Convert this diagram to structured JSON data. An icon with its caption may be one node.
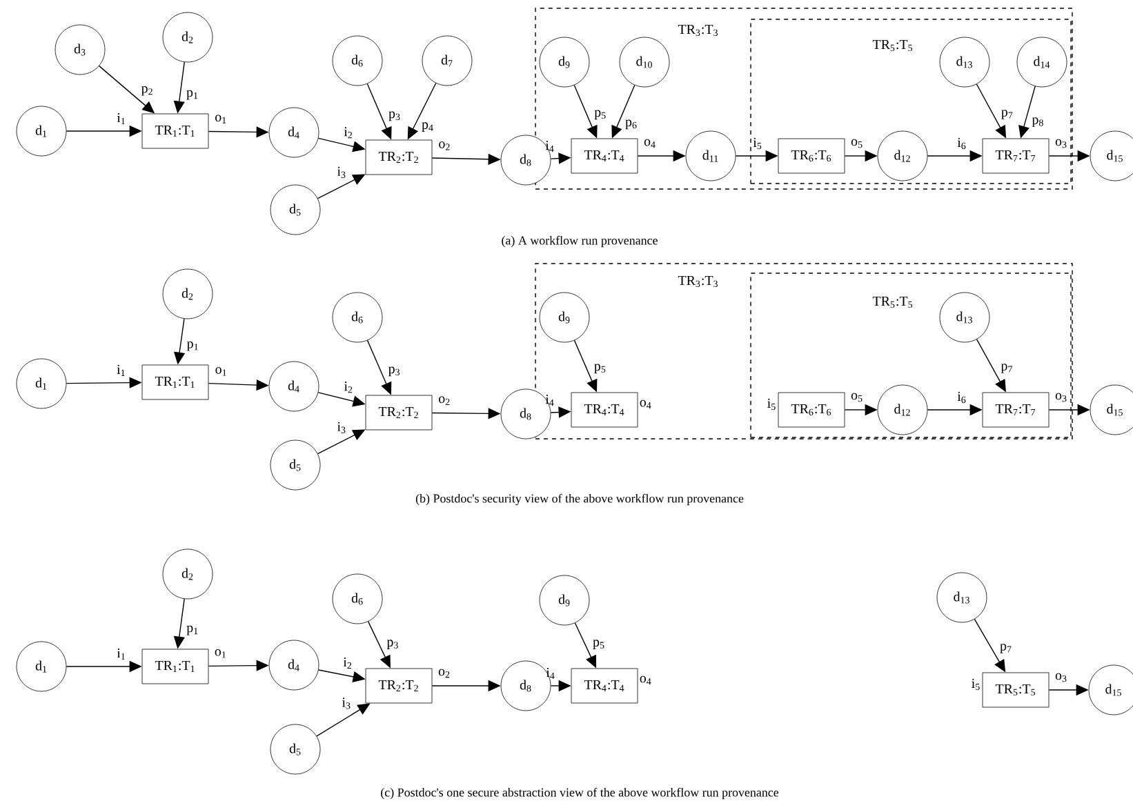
{
  "diagram": {
    "nodes": [
      {
        "text": [
          "d$_{1}$"
        ]
      },
      {
        "text": [
          "d$_{3}$"
        ]
      },
      {
        "text": [
          "d$_{2}$"
        ]
      },
      {
        "text": [
          "TR$_{1}$:T$_{1}$"
        ]
      },
      {
        "text": [
          "d$_{4}$"
        ]
      },
      {
        "text": [
          "d$_{6}$"
        ]
      },
      {
        "text": [
          "d$_{7}$"
        ]
      },
      {
        "text": [
          "d$_{5}$"
        ]
      },
      {
        "text": [
          "TR$_{2}$:T$_{2}$"
        ]
      },
      {
        "text": [
          "d$_{8}$"
        ]
      },
      {
        "text": [
          "TR$_{3}$:T$_{3}$"
        ]
      },
      {
        "text": [
          "d$_{9}$"
        ],
        "in": 10
      },
      {
        "text": [
          "d$_{10}$"
        ],
        "in": 10
      },
      {
        "text": [
          "TR$_{4}$:T$_{4}$"
        ],
        "in": 10
      },
      {
        "text": [
          "d$_{11}$"
        ],
        "in": 10
      },
      {
        "text": [
          "TR$_{5}$:T$_{5}$"
        ],
        "in": 10
      },
      {
        "text": [
          "TR$_{6}$:T$_{6}$"
        ],
        "in": 15
      },
      {
        "text": [
          "d$_{12}$"
        ],
        "in": 15
      },
      {
        "text": [
          "d$_{13}$"
        ],
        "in": 15
      },
      {
        "text": [
          "d$_{14}$"
        ],
        "in": 15
      },
      {
        "text": [
          "TR$_{7}$:T$_{7}$"
        ],
        "in": 15
      },
      {
        "text": [
          "d$_{15}$"
        ]
      },
      {
        "text": [
          "d$_{1}$"
        ]
      },
      {
        "text": [
          "d$_{2}$"
        ]
      },
      {
        "text": [
          "TR$_{1}$:T$_{1}$"
        ]
      },
      {
        "text": [
          "d$_{4}$"
        ]
      },
      {
        "text": [
          "d$_{6}$"
        ]
      },
      {
        "text": [
          "d$_{5}$"
        ]
      },
      {
        "text": [
          "TR$_{2}$:T$_{2}$"
        ]
      },
      {
        "text": [
          "d$_{8}$"
        ]
      },
      {
        "text": [
          "TR$_{3}$:T$_{3}$"
        ]
      },
      {
        "text": [
          "d$_{9}$"
        ],
        "in": 30
      },
      {
        "text": [
          "TR$_{4}$:T$_{4}$"
        ],
        "in": 30,
        "beside": [
          "o$_{4}$"
        ]
      },
      {
        "text": [
          "TR$_{5}$:T$_{5}$"
        ],
        "in": 30
      },
      {
        "text": [
          "TR$_{6}$:T$_{6}$"
        ],
        "in": 33,
        "beside": [
          "i$_{5}$"
        ]
      },
      {
        "text": [
          "d$_{12}$"
        ],
        "in": 33
      },
      {
        "text": [
          "d$_{13}$"
        ],
        "in": 33
      },
      {
        "text": [
          "TR$_{7}$:T$_{7}$"
        ],
        "in": 33
      },
      {
        "text": [
          "d$_{15}$"
        ]
      },
      {
        "text": [
          "d$_{1}$"
        ]
      },
      {
        "text": [
          "d$_{2}$"
        ]
      },
      {
        "text": [
          "TR$_{1}$:T$_{1}$"
        ]
      },
      {
        "text": [
          "d$_{4}$"
        ]
      },
      {
        "text": [
          "d$_{6}$"
        ]
      },
      {
        "text": [
          "d$_{5}$"
        ]
      },
      {
        "text": [
          "TR$_{2}$:T$_{2}$"
        ]
      },
      {
        "text": [
          "d$_{8}$"
        ]
      },
      {
        "text": [
          "d$_{9}$"
        ]
      },
      {
        "text": [
          "TR$_{4}$:T$_{4}$"
        ],
        "beside": [
          "o$_{4}$"
        ]
      },
      {
        "text": [
          "d$_{13}$"
        ]
      },
      {
        "text": [
          "TR$_{5}$:T$_{5}$"
        ],
        "beside": [
          "i$_{5}$"
        ]
      },
      {
        "text": [
          "d$_{15}$"
        ]
      }
    ],
    "edges": [
      {
        "from": 0,
        "to": 3,
        "arrow": "to",
        "label": "i$_{1}$"
      },
      {
        "from": 1,
        "to": 3,
        "arrow": "to",
        "label": "p$_{2}$"
      },
      {
        "from": 2,
        "to": 3,
        "arrow": "to",
        "label": "p$_{1}$"
      },
      {
        "from": 3,
        "to": 4,
        "arrow": "to",
        "label": "o$_{1}$"
      },
      {
        "from": 4,
        "to": 8,
        "arrow": "to",
        "label": "i$_{2}$"
      },
      {
        "from": 7,
        "to": 8,
        "arrow": "to",
        "label": "i$_{3}$"
      },
      {
        "from": 5,
        "to": 8,
        "arrow": "to",
        "label": "p$_{3}$"
      },
      {
        "from": 6,
        "to": 8,
        "arrow": "to",
        "label": "p$_{4}$"
      },
      {
        "from": 8,
        "to": 9,
        "arrow": "to",
        "label": "o$_{2}$"
      },
      {
        "from": 9,
        "to": 13,
        "arrow": "to",
        "label": "i$_{4}$"
      },
      {
        "from": 11,
        "to": 13,
        "arrow": "to",
        "label": "p$_{5}$"
      },
      {
        "from": 12,
        "to": 13,
        "arrow": "to",
        "label": "p$_{6}$"
      },
      {
        "from": 13,
        "to": 14,
        "arrow": "to",
        "label": "o$_{4}$"
      },
      {
        "from": 14,
        "to": 16,
        "arrow": "to",
        "label": "i$_{5}$"
      },
      {
        "from": 16,
        "to": 17,
        "arrow": "to",
        "label": "o$_{5}$"
      },
      {
        "from": 17,
        "to": 20,
        "arrow": "to",
        "label": "i$_{6}$"
      },
      {
        "from": 18,
        "to": 20,
        "arrow": "to",
        "label": "p$_{7}$"
      },
      {
        "from": 19,
        "to": 20,
        "arrow": "to",
        "label": "p$_{8}$"
      },
      {
        "from": 20,
        "to": 21,
        "arrow": "to",
        "label": "o$_{3}$"
      },
      {
        "from": 22,
        "to": 24,
        "arrow": "to",
        "label": "i$_{1}$"
      },
      {
        "from": 23,
        "to": 24,
        "arrow": "to",
        "label": "p$_{1}$"
      },
      {
        "from": 24,
        "to": 25,
        "arrow": "to",
        "label": "o$_{1}$"
      },
      {
        "from": 25,
        "to": 28,
        "arrow": "to",
        "label": "i$_{2}$"
      },
      {
        "from": 27,
        "to": 28,
        "arrow": "to",
        "label": "i$_{3}$"
      },
      {
        "from": 26,
        "to": 28,
        "arrow": "to",
        "label": "p$_{3}$"
      },
      {
        "from": 28,
        "to": 29,
        "arrow": "to",
        "label": "o$_{2}$"
      },
      {
        "from": 29,
        "to": 32,
        "arrow": "to",
        "label": "i$_{4}$"
      },
      {
        "from": 31,
        "to": 32,
        "arrow": "to",
        "label": "p$_{5}$"
      },
      {
        "from": 34,
        "to": 35,
        "arrow": "to",
        "label": "o$_{5}$"
      },
      {
        "from": 35,
        "to": 37,
        "arrow": "to",
        "label": "i$_{6}$"
      },
      {
        "from": 36,
        "to": 37,
        "arrow": "to",
        "label": "p$_{7}$"
      },
      {
        "from": 37,
        "to": 38,
        "arrow": "to",
        "label": "o$_{3}$"
      },
      {
        "from": 39,
        "to": 41,
        "arrow": "to",
        "label": "i$_{1}$"
      },
      {
        "from": 40,
        "to": 41,
        "arrow": "to",
        "label": "p$_{1}$"
      },
      {
        "from": 41,
        "to": 42,
        "arrow": "to",
        "label": "o$_{1}$"
      },
      {
        "from": 42,
        "to": 45,
        "arrow": "to",
        "label": "i$_{2}$"
      },
      {
        "from": 44,
        "to": 45,
        "arrow": "to",
        "label": "i$_{3}$"
      },
      {
        "from": 43,
        "to": 45,
        "arrow": "to",
        "label": "p$_{3}$"
      },
      {
        "from": 45,
        "to": 46,
        "arrow": "to",
        "label": "o$_{2}$"
      },
      {
        "from": 46,
        "to": 48,
        "arrow": "to",
        "label": "i$_{4}$"
      },
      {
        "from": 47,
        "to": 48,
        "arrow": "to",
        "label": "p$_{5}$"
      },
      {
        "from": 49,
        "to": 50,
        "arrow": "to",
        "label": "p$_{7}$"
      },
      {
        "from": 50,
        "to": 51,
        "arrow": "to",
        "label": "o$_{3}$"
      }
    ],
    "labels": [
      "(a) A workflow run provenance",
      "(b) Postdoc's security view of the above workflow run provenance",
      "(c) Postdoc's one secure abstraction view of the above workflow run provenance"
    ]
  }
}
